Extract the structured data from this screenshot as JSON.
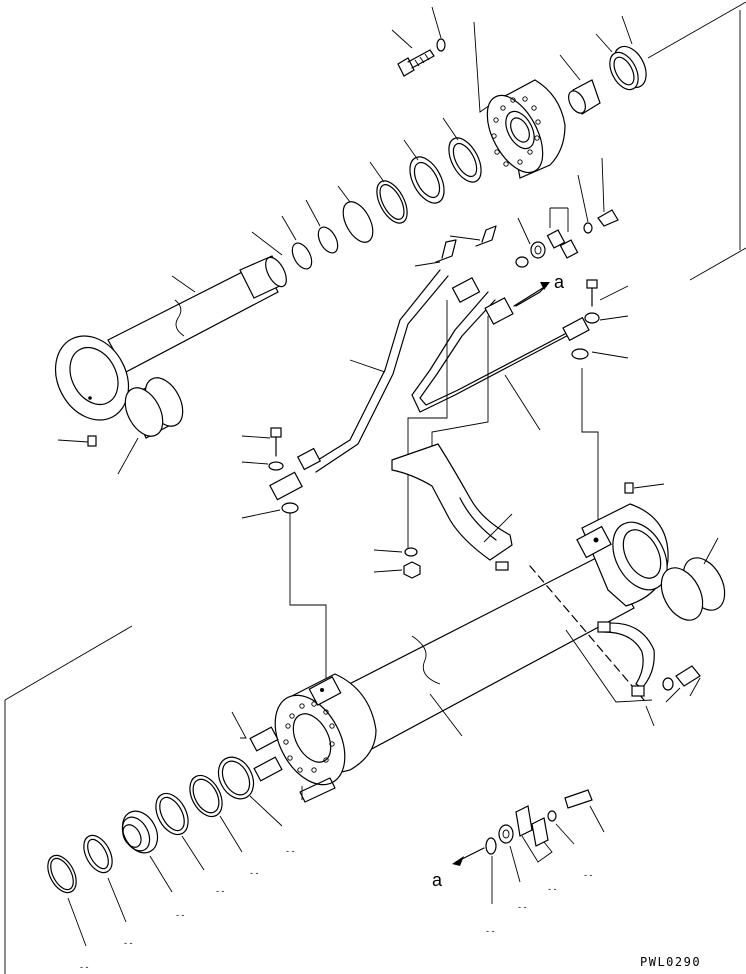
{
  "diagram": {
    "view_labels": [
      "a",
      "a"
    ],
    "drawing_code": "PWL0290",
    "small_marks": [
      "- -",
      "- -",
      "- -",
      "- -",
      "- -",
      "- -",
      "- -",
      "- -",
      "- -",
      "- -"
    ]
  }
}
